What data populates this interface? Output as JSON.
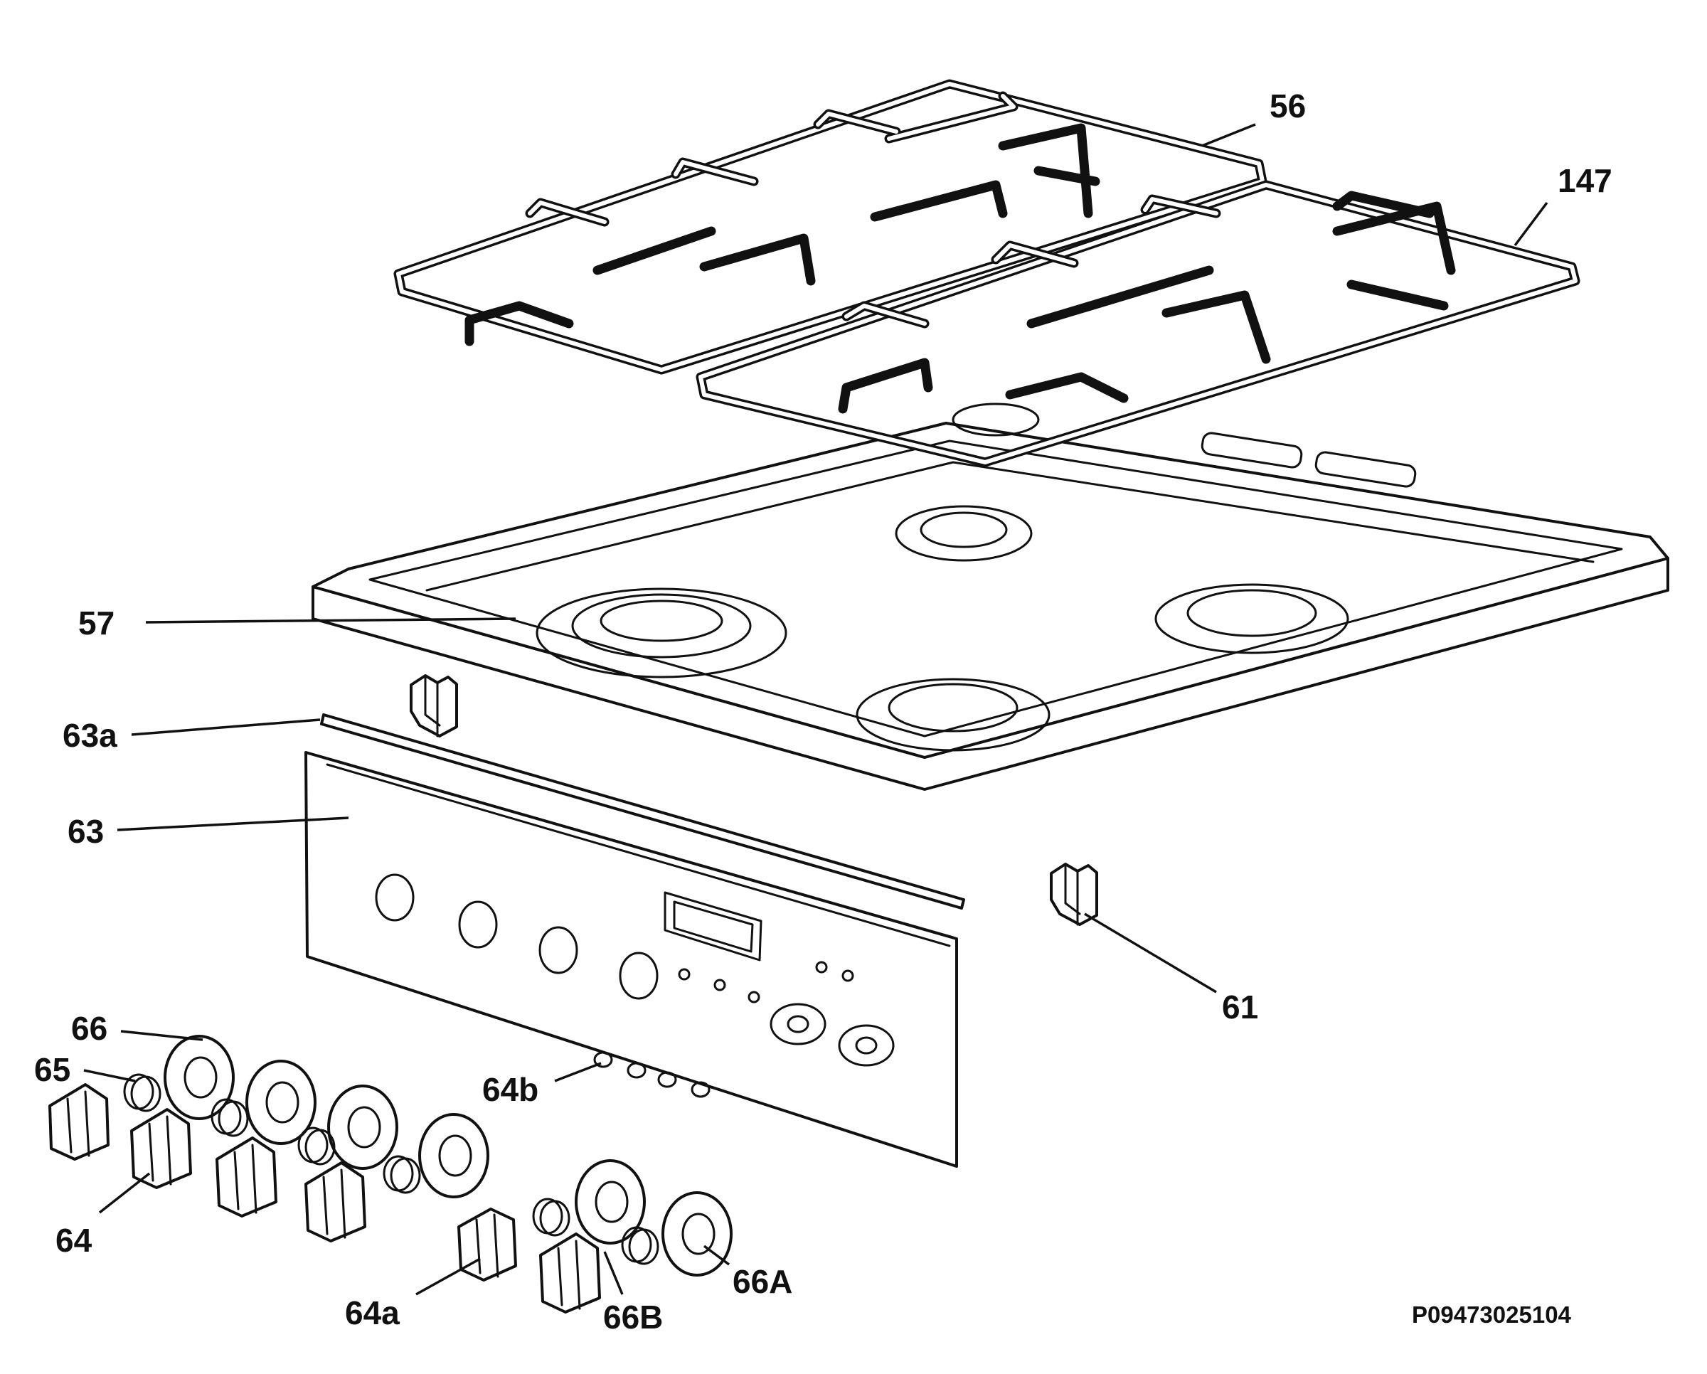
{
  "diagram": {
    "callouts": {
      "c56": "56",
      "c147": "147",
      "c57": "57",
      "c63a": "63a",
      "c63": "63",
      "c61": "61",
      "c66": "66",
      "c65": "65",
      "c64b": "64b",
      "c64": "64",
      "c64a": "64a",
      "c66B": "66B",
      "c66A": "66A"
    },
    "drawing_code": "P09473025104"
  }
}
